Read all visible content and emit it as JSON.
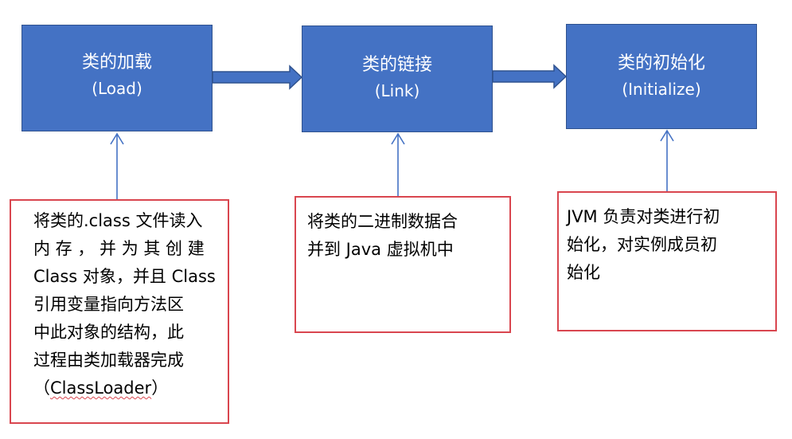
{
  "phases": [
    {
      "title": "类的加载",
      "subtitle": "(Load)"
    },
    {
      "title": "类的链接",
      "subtitle": "(Link)"
    },
    {
      "title": "类的初始化",
      "subtitle": "(Initialize)"
    }
  ],
  "notes": {
    "load": {
      "lines": [
        "将类的.class 文件读入",
        "内 存 ， 并 为 其 创 建",
        "Class 对象，并且 Class",
        "引用变量指向方法区",
        "中此对象的结构，此",
        "过程由类加载器完成"
      ],
      "last_open": "（",
      "last_word": "ClassLoader",
      "last_close": "）"
    },
    "link": {
      "lines": [
        "将类的二进制数据合",
        "并到 Java 虚拟机中"
      ]
    },
    "init": {
      "lines": [
        "JVM 负责对类进行初",
        "始化，对实例成员初",
        "始化"
      ]
    }
  },
  "colors": {
    "phase_fill": "#4472c4",
    "phase_border": "#2f528f",
    "note_border": "#d9464f",
    "connector": "#4472c4"
  }
}
